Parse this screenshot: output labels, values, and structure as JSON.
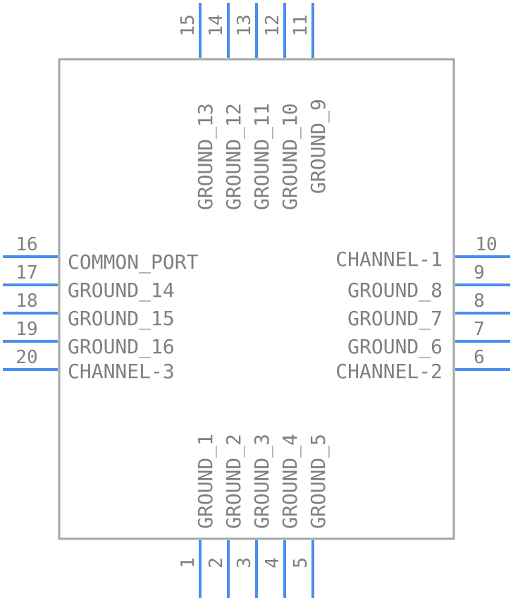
{
  "colors": {
    "pin": "#4a8ef0",
    "body_outline": "#a6a6a6",
    "text": "#808080",
    "background": "#ffffff"
  },
  "pins": {
    "bottom": [
      {
        "number": "1",
        "name": "GROUND_1"
      },
      {
        "number": "2",
        "name": "GROUND_2"
      },
      {
        "number": "3",
        "name": "GROUND_3"
      },
      {
        "number": "4",
        "name": "GROUND_4"
      },
      {
        "number": "5",
        "name": "GROUND_5"
      }
    ],
    "right": [
      {
        "number": "6",
        "name": "CHANNEL-2"
      },
      {
        "number": "7",
        "name": "GROUND_6"
      },
      {
        "number": "8",
        "name": "GROUND_7"
      },
      {
        "number": "9",
        "name": "GROUND_8"
      },
      {
        "number": "10",
        "name": "CHANNEL-1"
      }
    ],
    "top": [
      {
        "number": "11",
        "name": "GROUND_9"
      },
      {
        "number": "12",
        "name": "GROUND_10"
      },
      {
        "number": "13",
        "name": "GROUND_11"
      },
      {
        "number": "14",
        "name": "GROUND_12"
      },
      {
        "number": "15",
        "name": "GROUND_13"
      }
    ],
    "left": [
      {
        "number": "16",
        "name": "COMMON_PORT"
      },
      {
        "number": "17",
        "name": "GROUND_14"
      },
      {
        "number": "18",
        "name": "GROUND_15"
      },
      {
        "number": "19",
        "name": "GROUND_16"
      },
      {
        "number": "20",
        "name": "CHANNEL-3"
      }
    ]
  }
}
